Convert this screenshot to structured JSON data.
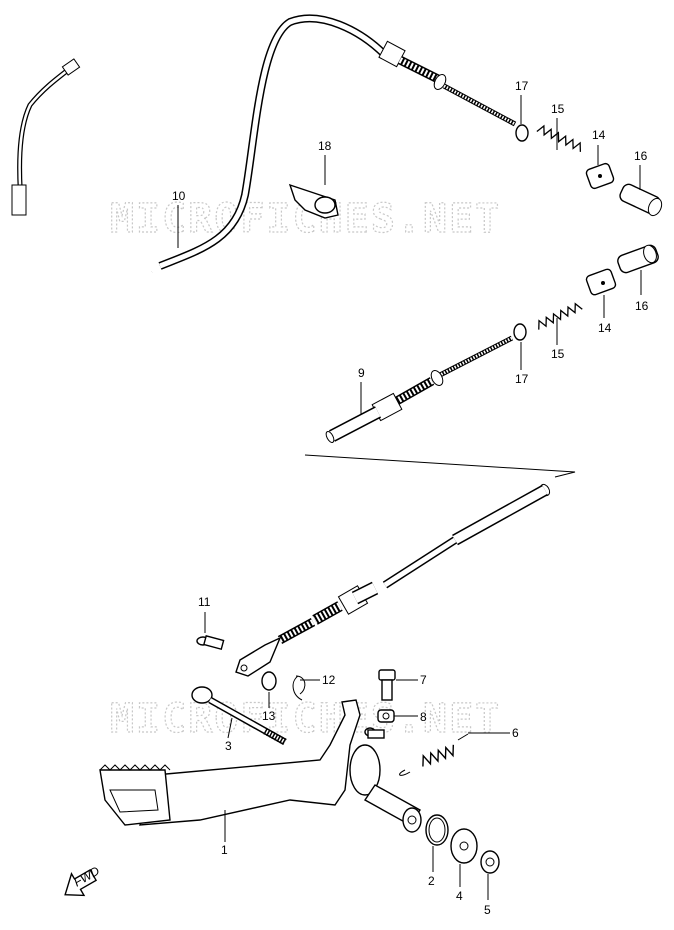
{
  "watermark": "MICROFICHES.NET",
  "fwd_label": "FWD",
  "parts": {
    "p1": "1",
    "p2": "2",
    "p3": "3",
    "p4": "4",
    "p5": "5",
    "p6": "6",
    "p7": "7",
    "p8": "8",
    "p9": "9",
    "p10": "10",
    "p11": "11",
    "p12": "12",
    "p13": "13",
    "p14a": "14",
    "p14b": "14",
    "p15a": "15",
    "p15b": "15",
    "p16a": "16",
    "p16b": "16",
    "p17a": "17",
    "p17b": "17",
    "p18": "18"
  }
}
